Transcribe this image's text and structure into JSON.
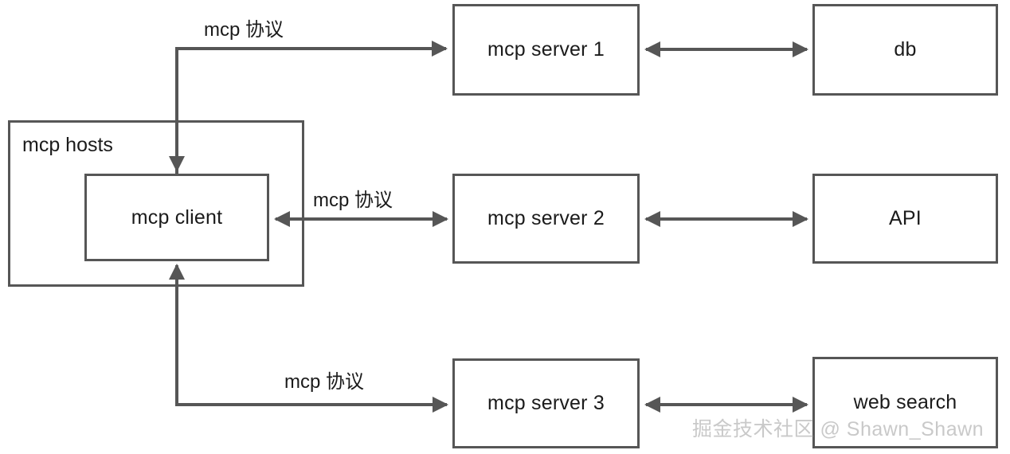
{
  "diagram": {
    "title": "MCP architecture diagram",
    "stroke_color": "#565656",
    "text_color": "#1b1b1b",
    "background_color": "#ffffff",
    "watermark_color": "#c9c9c9"
  },
  "group": {
    "label": "mcp hosts"
  },
  "nodes": {
    "client": {
      "label": "mcp client"
    },
    "server1": {
      "label": "mcp server 1"
    },
    "server2": {
      "label": "mcp server 2"
    },
    "server3": {
      "label": "mcp server 3"
    },
    "db": {
      "label": "db"
    },
    "api": {
      "label": "API"
    },
    "websearch": {
      "label": "web search"
    }
  },
  "edges": {
    "top_label": "mcp 协议",
    "middle_label": "mcp 协议",
    "bottom_label": "mcp 协议"
  },
  "watermark": {
    "text": "掘金技术社区 @ Shawn_Shawn"
  }
}
